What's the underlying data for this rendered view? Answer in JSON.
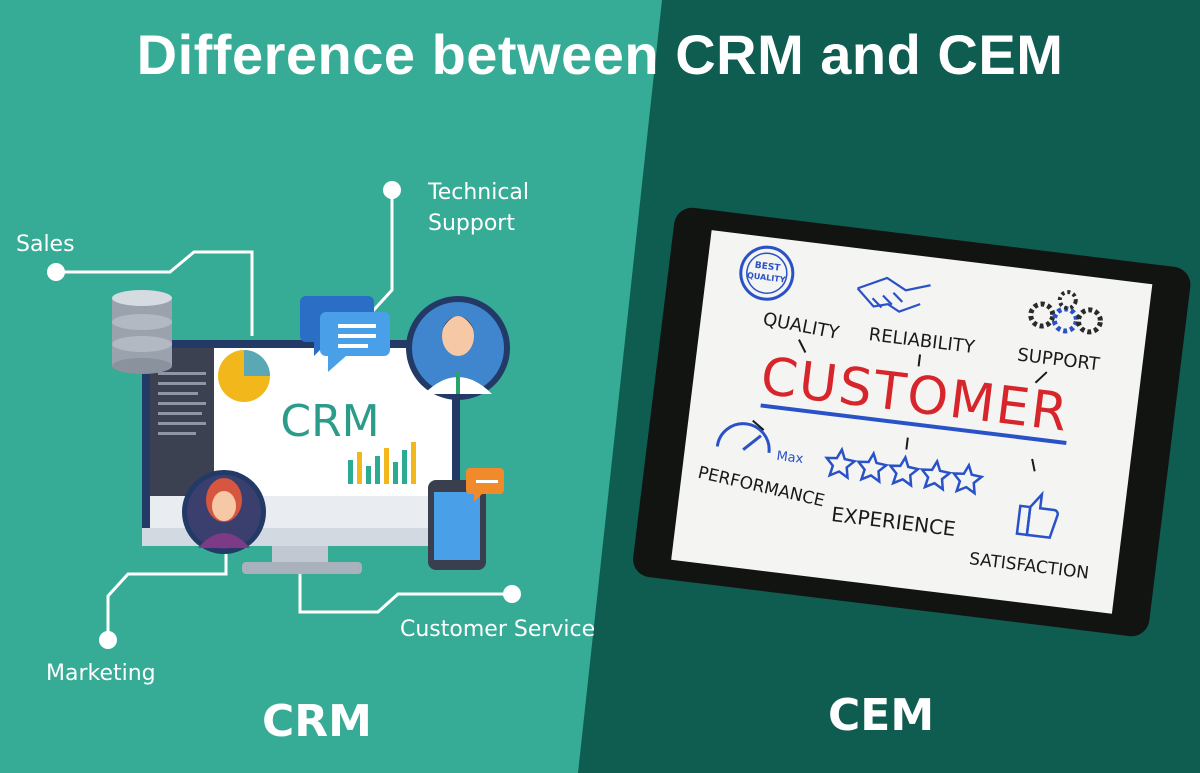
{
  "title": "Difference between CRM and CEM",
  "crm": {
    "heading": "CRM",
    "monitor_text": "CRM",
    "labels": {
      "sales": "Sales",
      "technical_support_line1": "Technical",
      "technical_support_line2": "Support",
      "marketing": "Marketing",
      "customer_service": "Customer Service"
    }
  },
  "cem": {
    "heading": "CEM",
    "tablet": {
      "center_word": "CUSTOMER",
      "words": {
        "quality": "QUALITY",
        "reliability": "RELIABILITY",
        "support": "SUPPORT",
        "performance": "PERFORMANCE",
        "experience": "EXPERIENCE",
        "satisfaction": "SATISFACTION"
      },
      "badge_line1": "BEST",
      "badge_line2": "QUALITY",
      "gauge_label": "Max"
    }
  },
  "colors": {
    "left_panel": "#36ab95",
    "right_panel": "#0f5d50",
    "customer_red": "#d6262b",
    "ink_blue": "#2a52c8"
  }
}
